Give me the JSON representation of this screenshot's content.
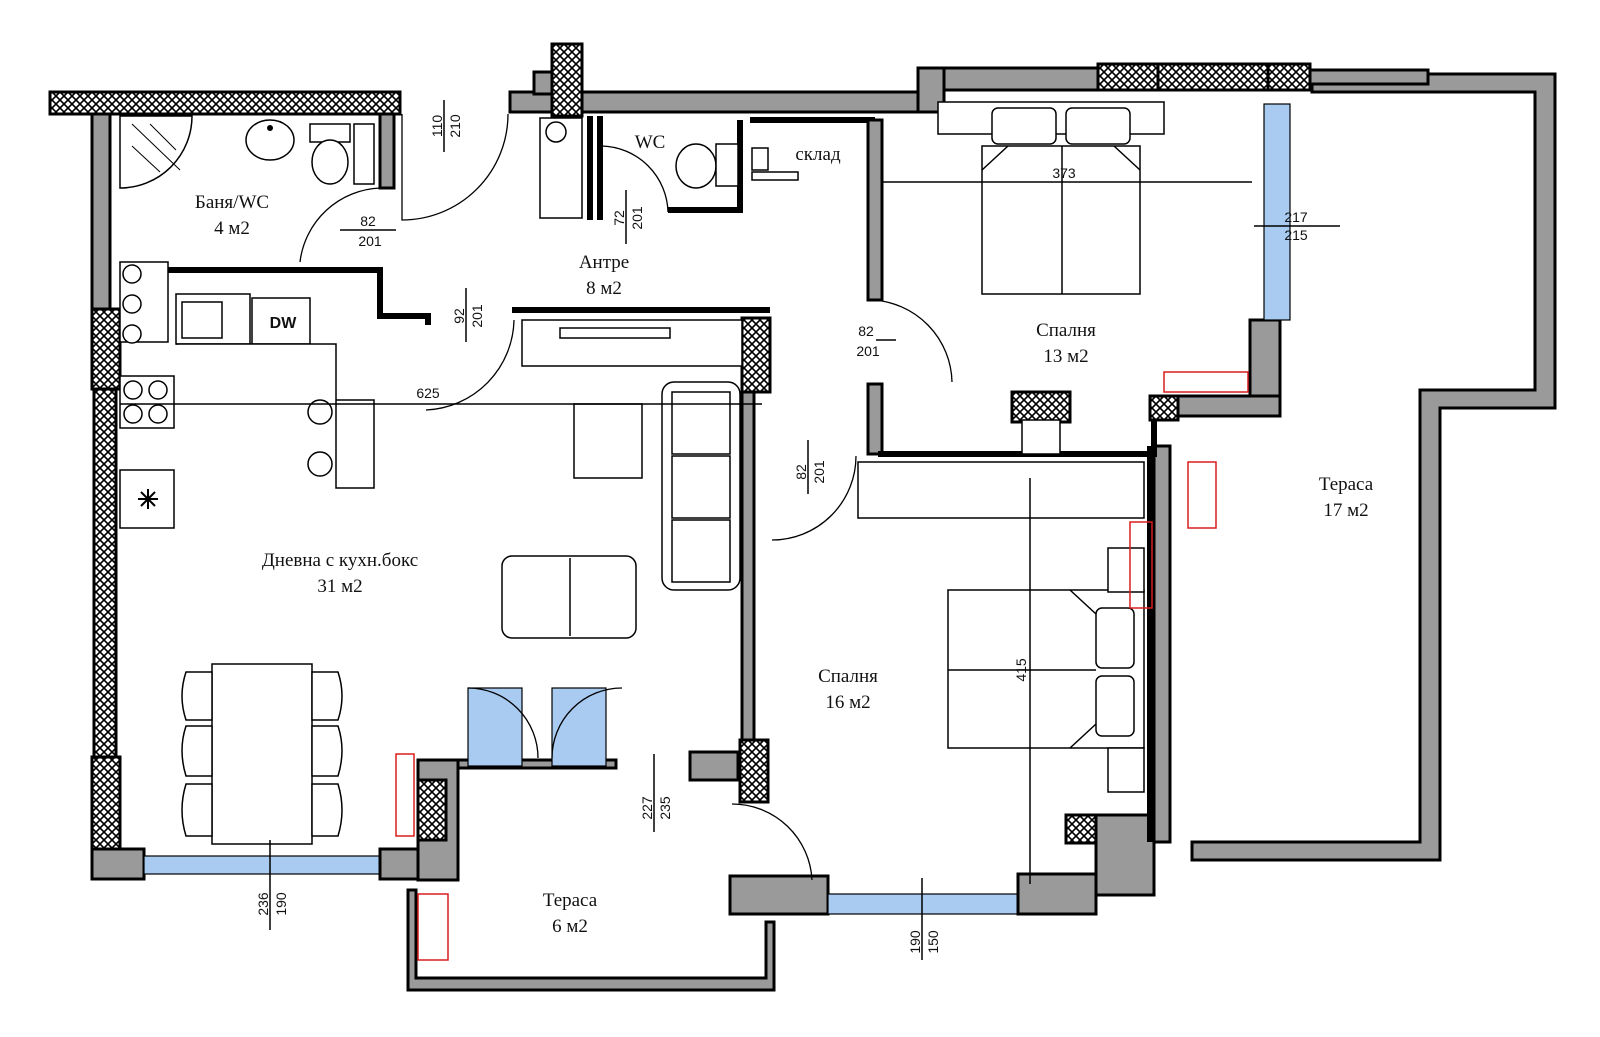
{
  "rooms": {
    "bathroom": {
      "name": "Баня/WC",
      "area": "4 м2"
    },
    "wc": {
      "name": "WC"
    },
    "storage": {
      "name": "склад"
    },
    "hall": {
      "name": "Антре",
      "area": "8 м2"
    },
    "living": {
      "name": "Дневна с кухн.бокс",
      "area": "31 м2"
    },
    "bedroom1": {
      "name": "Спалня",
      "area": "13 м2"
    },
    "bedroom2": {
      "name": "Спалня",
      "area": "16 м2"
    },
    "terrace_small": {
      "name": "Тераса",
      "area": "6 м2"
    },
    "terrace_large": {
      "name": "Тераса",
      "area": "17  м2"
    }
  },
  "appliance": {
    "dishwasher": "DW"
  },
  "dimensions": {
    "door_entry": {
      "w": "110",
      "h": "210"
    },
    "door_bath": {
      "w": "82",
      "h": "201"
    },
    "door_wc": {
      "w": "72",
      "h": "201"
    },
    "door_living": {
      "w": "92",
      "h": "201"
    },
    "door_bed1": {
      "w": "82",
      "h": "201"
    },
    "door_bed2": {
      "w": "82",
      "h": "201"
    },
    "window_bed1": {
      "w": "217",
      "h": "215"
    },
    "bed1_width": "373",
    "living_length": "625",
    "bed2_length": "415",
    "terrace_door": {
      "w": "227",
      "h": "235"
    },
    "window_living": {
      "w": "236",
      "h": "190"
    },
    "window_bed2": {
      "w": "190",
      "h": "150"
    }
  },
  "colors": {
    "wall": "#9a9a9a",
    "glass": "#a9cbf2",
    "radiator": "#d81e1e"
  }
}
